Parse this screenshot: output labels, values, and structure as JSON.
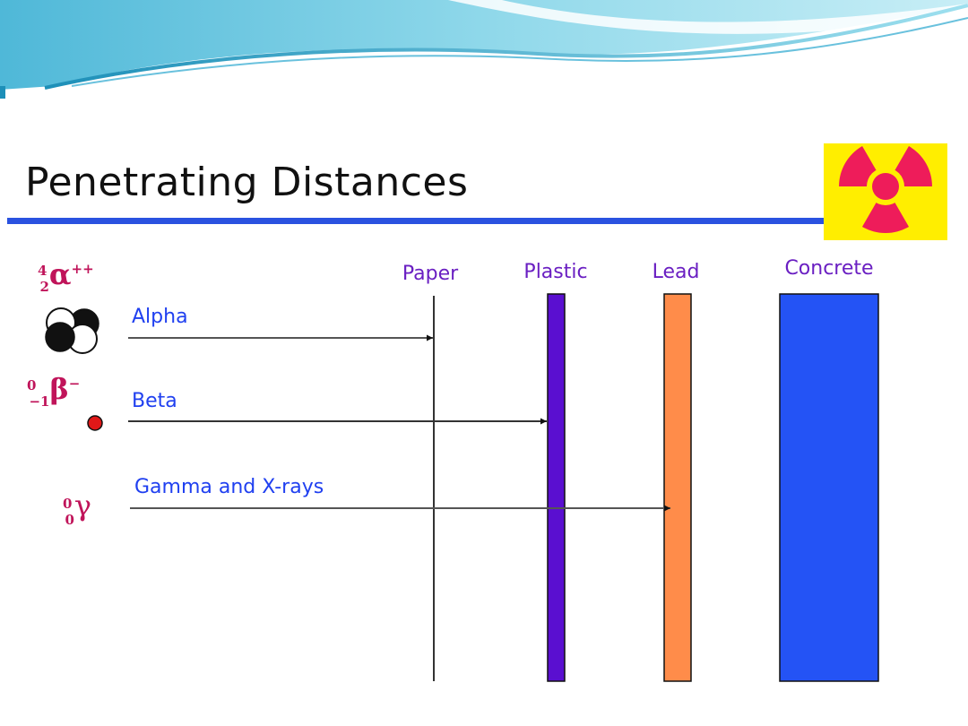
{
  "slide": {
    "title": "Penetrating Distances",
    "colors": {
      "title_rule": "#2a52e0",
      "barrier_label": "#6a1fc2",
      "radiation_label": "#2040f0",
      "symbol": "#c0145a",
      "sign_background": "#ffee00",
      "sign_trefoil": "#ee1c5a"
    },
    "icons": [
      "radiation-warning-icon",
      "alpha-particle-icon",
      "beta-particle-icon"
    ]
  },
  "barriers": [
    {
      "label": "Paper",
      "color": "#ffffff"
    },
    {
      "label": "Plastic",
      "color": "#5a0fd0"
    },
    {
      "label": "Lead",
      "color": "#ff8c4a"
    },
    {
      "label": "Concrete",
      "color": "#2453f5"
    }
  ],
  "radiations": [
    {
      "label": "Alpha",
      "symbol_main": "α",
      "symbol_sup": "4",
      "symbol_sub": "2",
      "symbol_charge": "++",
      "stops_at": "Paper"
    },
    {
      "label": "Beta",
      "symbol_main": "β",
      "symbol_sup": "0",
      "symbol_sub": "−1",
      "symbol_charge": "−",
      "stops_at": "Plastic"
    },
    {
      "label": "Gamma and X-rays",
      "symbol_main": "γ",
      "symbol_sup": "0",
      "symbol_sub": "0",
      "symbol_charge": "",
      "stops_at": "Lead"
    }
  ]
}
